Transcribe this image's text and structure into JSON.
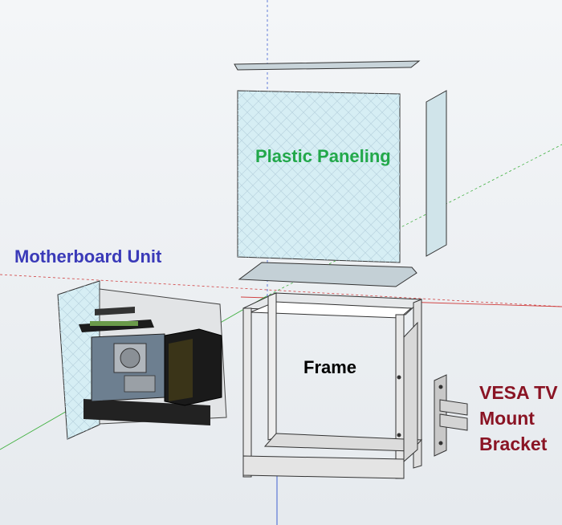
{
  "labels": {
    "plastic_paneling": "Plastic Paneling",
    "motherboard_unit": "Motherboard Unit",
    "frame": "Frame",
    "vesa_line1": "VESA TV",
    "vesa_line2": "Mount",
    "vesa_line3": "Bracket"
  },
  "colors": {
    "plastic_paneling": "#22a84a",
    "motherboard_unit": "#3a3ab8",
    "frame": "#000000",
    "vesa_bracket": "#8a1424",
    "panel_fill": "#d6eef4",
    "axis_red": "#d04040",
    "axis_green": "#40b040",
    "axis_blue": "#4060d0"
  }
}
